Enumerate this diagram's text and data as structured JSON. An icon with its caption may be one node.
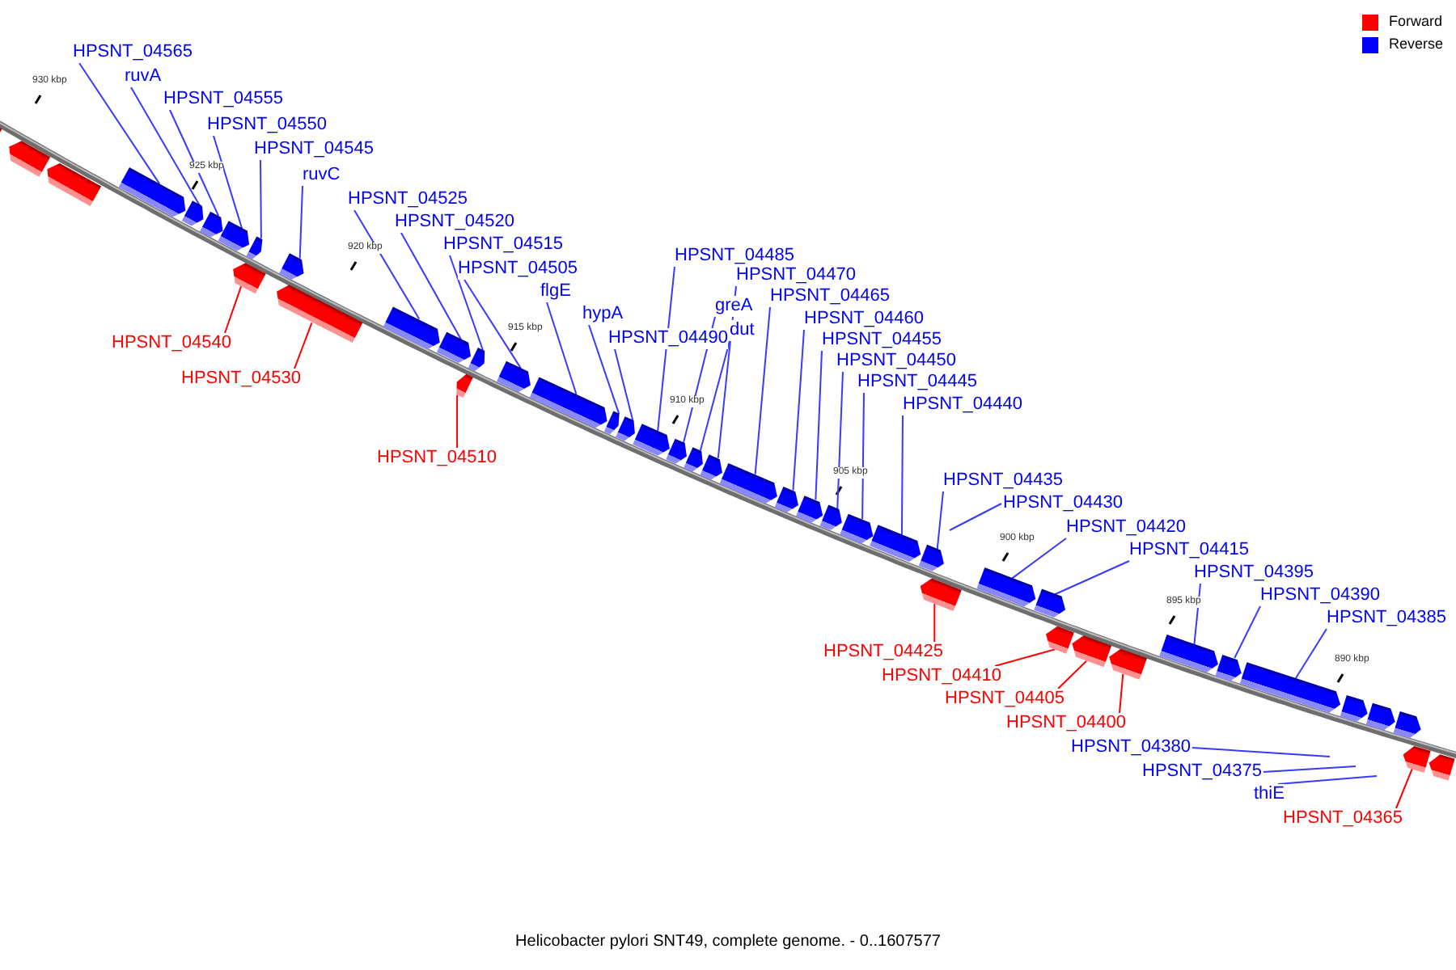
{
  "diagram": {
    "caption": "Helicobacter pylori SNT49, complete genome. - 0..1607577",
    "nodes": [
      {
        "text": [
          "HPSNT_04565"
        ]
      },
      {
        "text": [
          "ruvA"
        ]
      },
      {
        "text": [
          "HPSNT_04555"
        ]
      },
      {
        "text": [
          "HPSNT_04550"
        ]
      },
      {
        "text": [
          "HPSNT_04545"
        ]
      },
      {
        "text": [
          "ruvC"
        ]
      },
      {
        "text": [
          "HPSNT_04525"
        ]
      },
      {
        "text": [
          "HPSNT_04520"
        ]
      },
      {
        "text": [
          "HPSNT_04515"
        ]
      },
      {
        "text": [
          "HPSNT_04505"
        ]
      },
      {
        "text": [
          "flgE"
        ]
      },
      {
        "text": [
          "hypA"
        ]
      },
      {
        "text": [
          "HPSNT_04490"
        ]
      },
      {
        "text": [
          "HPSNT_04485"
        ]
      },
      {
        "text": [
          "HPSNT_04470"
        ]
      },
      {
        "text": [
          "greA"
        ]
      },
      {
        "text": [
          "HPSNT_04465"
        ]
      },
      {
        "text": [
          "dut"
        ]
      },
      {
        "text": [
          "HPSNT_04460"
        ]
      },
      {
        "text": [
          "HPSNT_04455"
        ]
      },
      {
        "text": [
          "HPSNT_04450"
        ]
      },
      {
        "text": [
          "HPSNT_04445"
        ]
      },
      {
        "text": [
          "HPSNT_04440"
        ]
      },
      {
        "text": [
          "HPSNT_04540"
        ]
      },
      {
        "text": [
          "HPSNT_04530"
        ]
      },
      {
        "text": [
          "HPSNT_04510"
        ]
      },
      {
        "text": [
          "HPSNT_04435"
        ]
      },
      {
        "text": [
          "HPSNT_04430"
        ]
      },
      {
        "text": [
          "HPSNT_04420"
        ]
      },
      {
        "text": [
          "HPSNT_04415"
        ]
      },
      {
        "text": [
          "HPSNT_04395"
        ]
      },
      {
        "text": [
          "HPSNT_04390"
        ]
      },
      {
        "text": [
          "HPSNT_04385"
        ]
      },
      {
        "text": [
          "HPSNT_04425"
        ]
      },
      {
        "text": [
          "HPSNT_04410"
        ]
      },
      {
        "text": [
          "HPSNT_04405"
        ]
      },
      {
        "text": [
          "HPSNT_04400"
        ]
      },
      {
        "text": [
          "HPSNT_04380"
        ]
      },
      {
        "text": [
          "HPSNT_04375"
        ]
      },
      {
        "text": [
          "thiE"
        ]
      },
      {
        "text": [
          "HPSNT_04365"
        ]
      },
      {
        "text": [],
        "shape": "arrow"
      },
      {
        "text": [],
        "shape": "arrow"
      },
      {
        "text": [],
        "shape": "arrow"
      },
      {
        "text": [],
        "shape": "arrow"
      },
      {
        "text": [],
        "shape": "arrow"
      },
      {
        "text": [],
        "shape": "arrow"
      },
      {
        "text": [],
        "shape": "arrow"
      },
      {
        "text": [],
        "shape": "arrow"
      },
      {
        "text": [],
        "shape": "arrow"
      },
      {
        "text": [],
        "shape": "arrow"
      },
      {
        "text": [],
        "shape": "arrow"
      },
      {
        "text": [],
        "shape": "arrow"
      },
      {
        "text": [],
        "shape": "arrow"
      },
      {
        "text": [],
        "shape": "arrow"
      },
      {
        "text": [],
        "shape": "arrow"
      },
      {
        "text": [],
        "shape": "arrow"
      },
      {
        "text": [],
        "shape": "arrow"
      },
      {
        "text": [],
        "shape": "arrow"
      },
      {
        "text": [],
        "shape": "arrow"
      },
      {
        "text": [],
        "shape": "arrow"
      },
      {
        "text": [],
        "shape": "arrow"
      },
      {
        "text": [],
        "shape": "arrow"
      },
      {
        "text": [],
        "shape": "arrow"
      },
      {
        "text": [],
        "shape": "arrow"
      },
      {
        "text": [],
        "shape": "arrow"
      },
      {
        "text": [],
        "shape": "arrow"
      },
      {
        "text": [],
        "shape": "arrow"
      },
      {
        "text": [],
        "shape": "arrow"
      },
      {
        "text": [],
        "shape": "arrow"
      },
      {
        "text": [],
        "shape": "arrow"
      },
      {
        "text": [],
        "shape": "arrow"
      },
      {
        "text": [],
        "shape": "arrow"
      },
      {
        "text": [],
        "shape": "arrow"
      },
      {
        "text": [],
        "shape": "arrow"
      },
      {
        "text": [],
        "shape": "arrow"
      },
      {
        "text": [],
        "shape": "arrow"
      },
      {
        "text": [],
        "shape": "arrow"
      },
      {
        "text": [],
        "shape": "arrow"
      },
      {
        "text": [],
        "shape": "arrow"
      },
      {
        "text": [],
        "shape": "arrow"
      },
      {
        "text": [],
        "shape": "arrow"
      },
      {
        "text": [],
        "shape": "arrow"
      },
      {
        "text": [],
        "shape": "arrow"
      },
      {
        "text": [],
        "shape": "arrow"
      }
    ],
    "edges": [
      {
        "from": 0,
        "to": 44,
        "arrow": "none"
      },
      {
        "from": 1,
        "to": 45,
        "arrow": "none"
      },
      {
        "from": 2,
        "to": 46,
        "arrow": "none"
      },
      {
        "from": 3,
        "to": 47,
        "arrow": "none"
      },
      {
        "from": 4,
        "to": 49,
        "arrow": "none"
      },
      {
        "from": 5,
        "to": 50,
        "arrow": "none"
      },
      {
        "from": 6,
        "to": 52,
        "arrow": "none"
      },
      {
        "from": 7,
        "to": 53,
        "arrow": "none"
      },
      {
        "from": 8,
        "to": 55,
        "arrow": "none"
      },
      {
        "from": 9,
        "to": 56,
        "arrow": "none"
      },
      {
        "from": 10,
        "to": 57,
        "arrow": "none"
      },
      {
        "from": 11,
        "to": 58,
        "arrow": "none"
      },
      {
        "from": 12,
        "to": 59,
        "arrow": "none"
      },
      {
        "from": 13,
        "to": 60,
        "arrow": "none"
      },
      {
        "from": 14,
        "to": 63,
        "arrow": "none"
      },
      {
        "from": 15,
        "to": 61,
        "arrow": "none"
      },
      {
        "from": 16,
        "to": 64,
        "arrow": "none"
      },
      {
        "from": 17,
        "to": 62,
        "arrow": "none"
      },
      {
        "from": 18,
        "to": 65,
        "arrow": "none"
      },
      {
        "from": 19,
        "to": 66,
        "arrow": "none"
      },
      {
        "from": 20,
        "to": 67,
        "arrow": "none"
      },
      {
        "from": 21,
        "to": 68,
        "arrow": "none"
      },
      {
        "from": 22,
        "to": 69,
        "arrow": "none"
      },
      {
        "from": 23,
        "to": 48,
        "arrow": "none",
        "color": "#ff0000"
      },
      {
        "from": 24,
        "to": 51,
        "arrow": "none",
        "color": "#ff0000"
      },
      {
        "from": 25,
        "to": 54,
        "arrow": "none",
        "color": "#ff0000"
      },
      {
        "from": 26,
        "to": 70,
        "arrow": "none"
      },
      {
        "from": 27,
        "to": null,
        "arrow": "none"
      },
      {
        "from": 28,
        "to": 72,
        "arrow": "none"
      },
      {
        "from": 29,
        "to": 73,
        "arrow": "none"
      },
      {
        "from": 30,
        "to": 77,
        "arrow": "none"
      },
      {
        "from": 31,
        "to": 78,
        "arrow": "none"
      },
      {
        "from": 32,
        "to": 79,
        "arrow": "none"
      },
      {
        "from": 33,
        "to": 71,
        "arrow": "none",
        "color": "#ff0000"
      },
      {
        "from": 34,
        "to": 74,
        "arrow": "none",
        "color": "#ff0000"
      },
      {
        "from": 35,
        "to": 75,
        "arrow": "none",
        "color": "#ff0000"
      },
      {
        "from": 36,
        "to": 76,
        "arrow": "none",
        "color": "#ff0000"
      },
      {
        "from": 37,
        "to": null,
        "arrow": "none"
      },
      {
        "from": 38,
        "to": null,
        "arrow": "none"
      },
      {
        "from": 39,
        "to": null,
        "arrow": "none"
      },
      {
        "from": 40,
        "to": 83,
        "arrow": "none",
        "color": "#ff0000"
      }
    ],
    "labels": [
      "930 kbp",
      "925 kbp",
      "920 kbp",
      "915 kbp",
      "910 kbp",
      "905 kbp",
      "900 kbp",
      "895 kbp",
      "890 kbp"
    ],
    "legend": [
      {
        "text": "Forward",
        "color": "#ff0000"
      },
      {
        "text": "Reverse",
        "color": "#0000ff"
      }
    ]
  }
}
